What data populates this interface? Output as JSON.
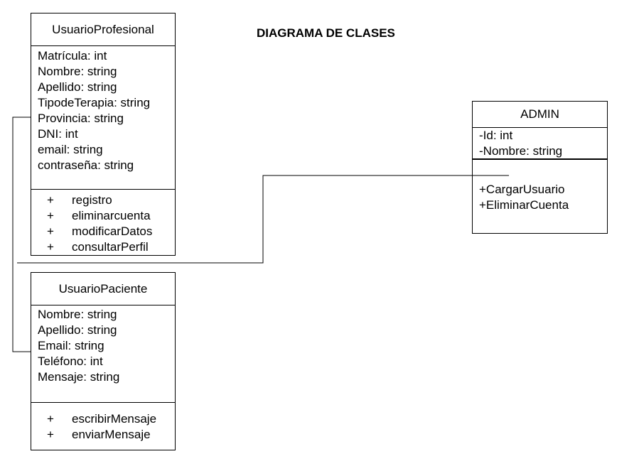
{
  "title": "DIAGRAMA DE CLASES",
  "classes": {
    "usuario_profesional": {
      "name": "UsuarioProfesional",
      "attributes": [
        "Matrícula: int",
        "Nombre: string",
        "Apellido: string",
        "TipodeTerapia: string",
        "Provincia: string",
        "DNI: int",
        "email: string",
        "contraseña: string"
      ],
      "methods": [
        {
          "marker": "+",
          "name": "registro"
        },
        {
          "marker": "+",
          "name": "eliminarcuenta"
        },
        {
          "marker": "+",
          "name": "modificarDatos"
        },
        {
          "marker": "+",
          "name": "consultarPerfil"
        }
      ]
    },
    "usuario_paciente": {
      "name": "UsuarioPaciente",
      "attributes": [
        "Nombre: string",
        "Apellido: string",
        "Email: string",
        "Teléfono: int",
        "Mensaje: string"
      ],
      "methods": [
        {
          "marker": "+",
          "name": "escribirMensaje"
        },
        {
          "marker": "+",
          "name": "enviarMensaje"
        }
      ]
    },
    "admin": {
      "name": "ADMIN",
      "attributes": [
        "-Id: int",
        "-Nombre: string"
      ],
      "methods": [
        "+CargarUsuario",
        "+EliminarCuenta"
      ]
    }
  }
}
